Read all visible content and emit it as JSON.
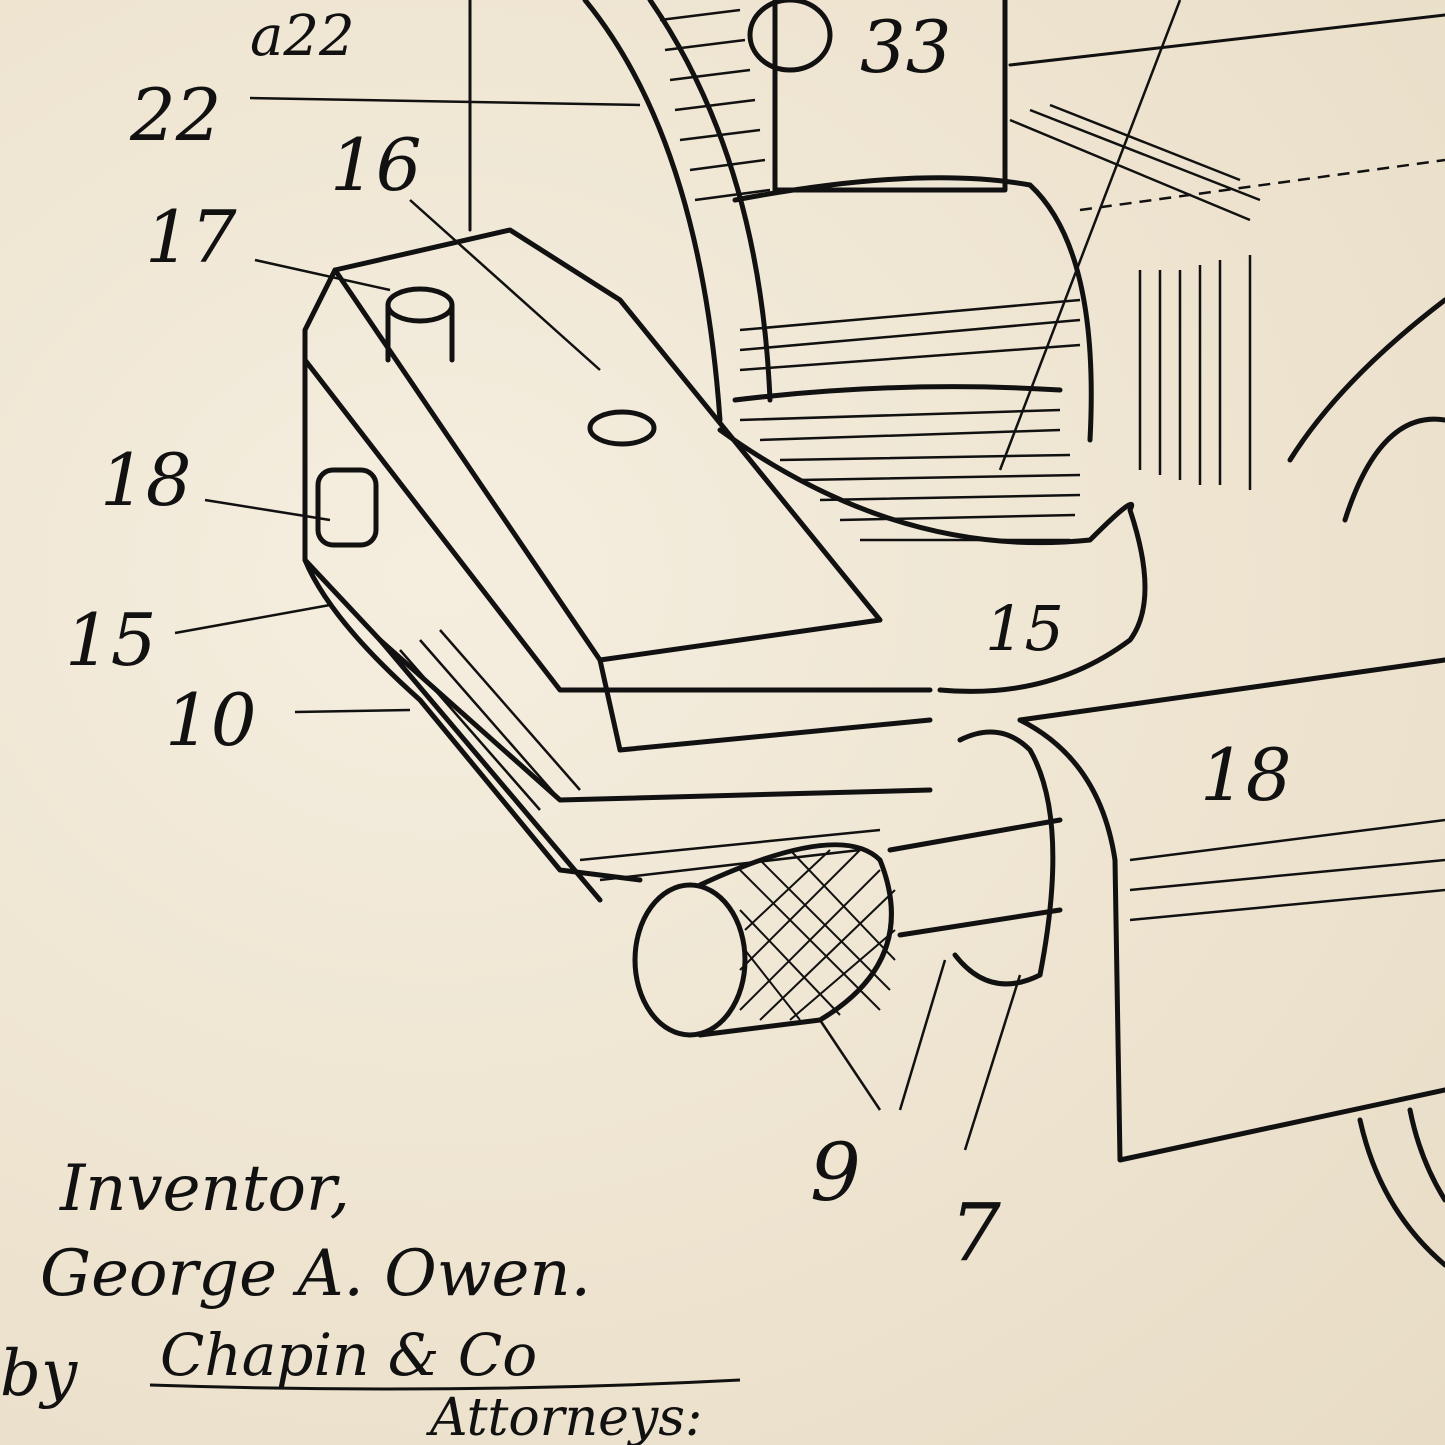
{
  "colors": {
    "paper": "#f1e9d8",
    "ink": "#111111"
  },
  "labels": {
    "a22": "a22",
    "l22": "22",
    "l16": "16",
    "l17": "17",
    "l18a": "18",
    "l15a": "15",
    "l10": "10",
    "l33": "33",
    "l15b": "15",
    "l18b": "18",
    "l9": "9",
    "l7": "7"
  },
  "signature": {
    "inventor_label": "Inventor,",
    "inventor_name": "George A. Owen.",
    "by": "by",
    "attorney_signature": "Chapin & Co",
    "attorneys_label": "Attorneys:"
  }
}
